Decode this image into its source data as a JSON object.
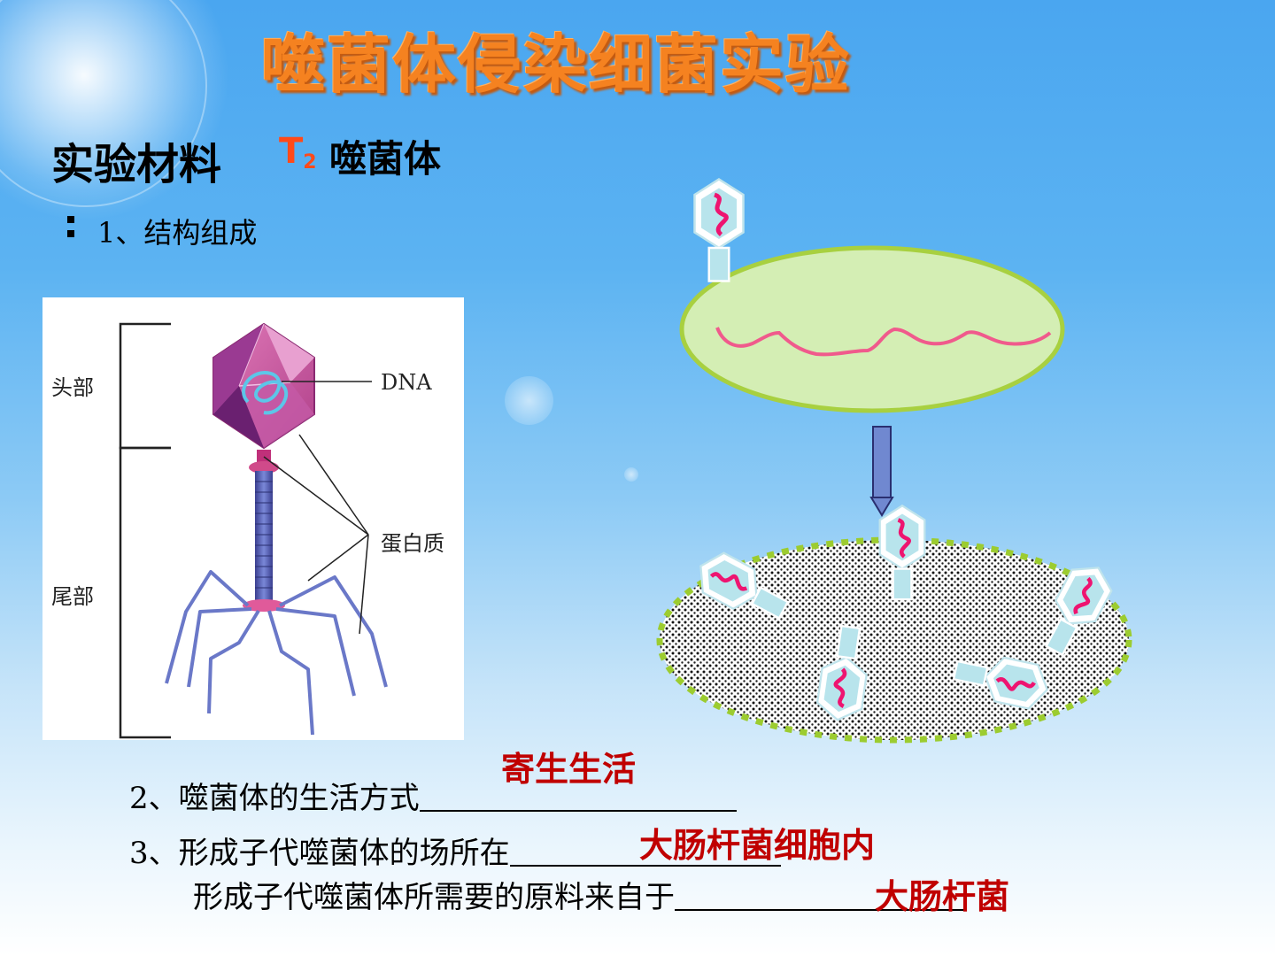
{
  "slide": {
    "title": "噬菌体侵染细菌实验",
    "section_label": "实验材料",
    "material_letter": "T",
    "material_subscript": "2",
    "material_name": "噬菌体",
    "item1": "1、结构组成"
  },
  "phage_diagram": {
    "label_head": "头部",
    "label_tail": "尾部",
    "label_dna": "DNA",
    "label_protein": "蛋白质",
    "capsid_color": "#a2377e",
    "dna_color": "#5cc6e8",
    "tail_color": "#4a55a8"
  },
  "questions": {
    "q2_text": "2、噬菌体的生活方式",
    "q2_answer": "寄生生活",
    "q3_text": "3、形成子代噬菌体的场所在",
    "q3_answer": "大肠杆菌细胞内",
    "q3b_text": "形成子代噬菌体所需要的原料来自于",
    "q3b_answer": "大肠杆菌"
  },
  "colors": {
    "title": "#f58220",
    "answer": "#c00000",
    "cell_fill": "#d4eeb4",
    "cell_border": "#a8d040",
    "dna_strand": "#f05a8c",
    "arrow": "#7088d0"
  }
}
